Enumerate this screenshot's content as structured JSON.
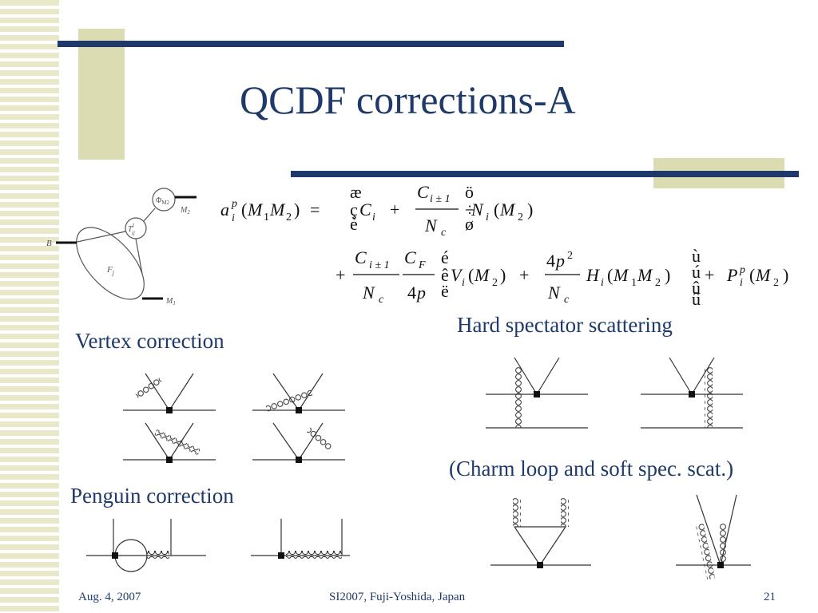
{
  "slide": {
    "title": "QCDF corrections-A",
    "captions": {
      "vertex": "Vertex correction",
      "hard_spectator": "Hard spectator scattering",
      "charm_loop": "(Charm loop and soft spec. scat.)",
      "penguin": "Penguin correction"
    },
    "footer": {
      "date": "Aug. 4, 2007",
      "conference": "SI2007, Fuji-Yoshida, Japan",
      "page": "21"
    },
    "diagram_labels": {
      "phi": "Φ",
      "phi_sub": "M2",
      "t": "T",
      "t_sup": "I",
      "t_sub": "ij",
      "f": "F",
      "f_sub": "j",
      "b": "B",
      "m2": "M",
      "m2_sub": "2",
      "m1": "M",
      "m1_sub": "1"
    }
  },
  "equation": {
    "a": "a",
    "i": "i",
    "p": "p",
    "M": "M",
    "one": "1",
    "two": "2",
    "open": "(",
    "close": ")",
    "eq": "=",
    "plus": "+",
    "C": "C",
    "ipm1": "i ± 1",
    "N": "N",
    "c": "c",
    "F": "F",
    "four": "4",
    "V": "V",
    "H": "H",
    "P": "P",
    "bracket_chars": [
      "æ",
      "ç",
      "è",
      "ö",
      "÷",
      "ø",
      "é",
      "ê",
      "ë",
      "ù",
      "ú",
      "û"
    ]
  }
}
